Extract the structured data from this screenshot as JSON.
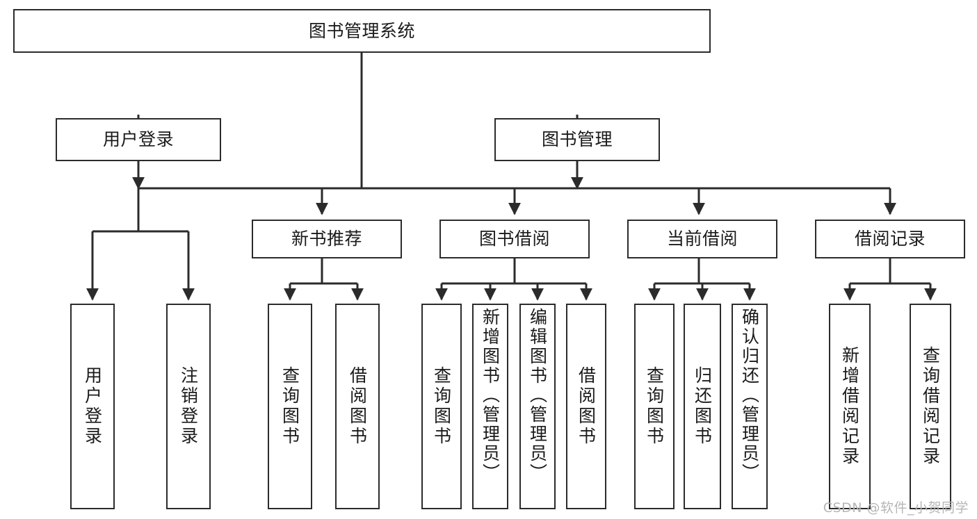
{
  "diagram": {
    "type": "tree",
    "title": "图书管理系统",
    "watermark": "CSDN @软件_小贺同学",
    "colors": {
      "stroke": "#2b2b2b",
      "fill": "#ffffff",
      "text": "#1a1a1a",
      "watermark": "#b6b6b6"
    },
    "nodes": {
      "root": {
        "label": "图书管理系统"
      },
      "level2": [
        {
          "id": "user-login",
          "label": "用户登录"
        },
        {
          "id": "book-manage",
          "label": "图书管理"
        }
      ],
      "level3": [
        {
          "id": "new-book-recommend",
          "label": "新书推荐"
        },
        {
          "id": "book-borrow",
          "label": "图书借阅"
        },
        {
          "id": "current-borrow",
          "label": "当前借阅"
        },
        {
          "id": "borrow-record",
          "label": "借阅记录"
        }
      ],
      "leaves": {
        "user_login": [
          {
            "id": "leaf-user-login",
            "label": "用户登录"
          },
          {
            "id": "leaf-logout",
            "label": "注销登录"
          }
        ],
        "new_book_recommend": [
          {
            "id": "leaf-query-book-1",
            "label": "查询图书"
          },
          {
            "id": "leaf-borrow-book-1",
            "label": "借阅图书"
          }
        ],
        "book_borrow": [
          {
            "id": "leaf-query-book-2",
            "label": "查询图书"
          },
          {
            "id": "leaf-add-book",
            "label": "新增图书（管理员）"
          },
          {
            "id": "leaf-edit-book",
            "label": "编辑图书（管理员）"
          },
          {
            "id": "leaf-borrow-book-2",
            "label": "借阅图书"
          }
        ],
        "current_borrow": [
          {
            "id": "leaf-query-book-3",
            "label": "查询图书"
          },
          {
            "id": "leaf-return-book",
            "label": "归还图书"
          },
          {
            "id": "leaf-confirm-return",
            "label": "确认归还（管理员）"
          }
        ],
        "borrow_record": [
          {
            "id": "leaf-add-record",
            "label": "新增借阅记录"
          },
          {
            "id": "leaf-query-record",
            "label": "查询借阅记录"
          }
        ]
      }
    }
  }
}
